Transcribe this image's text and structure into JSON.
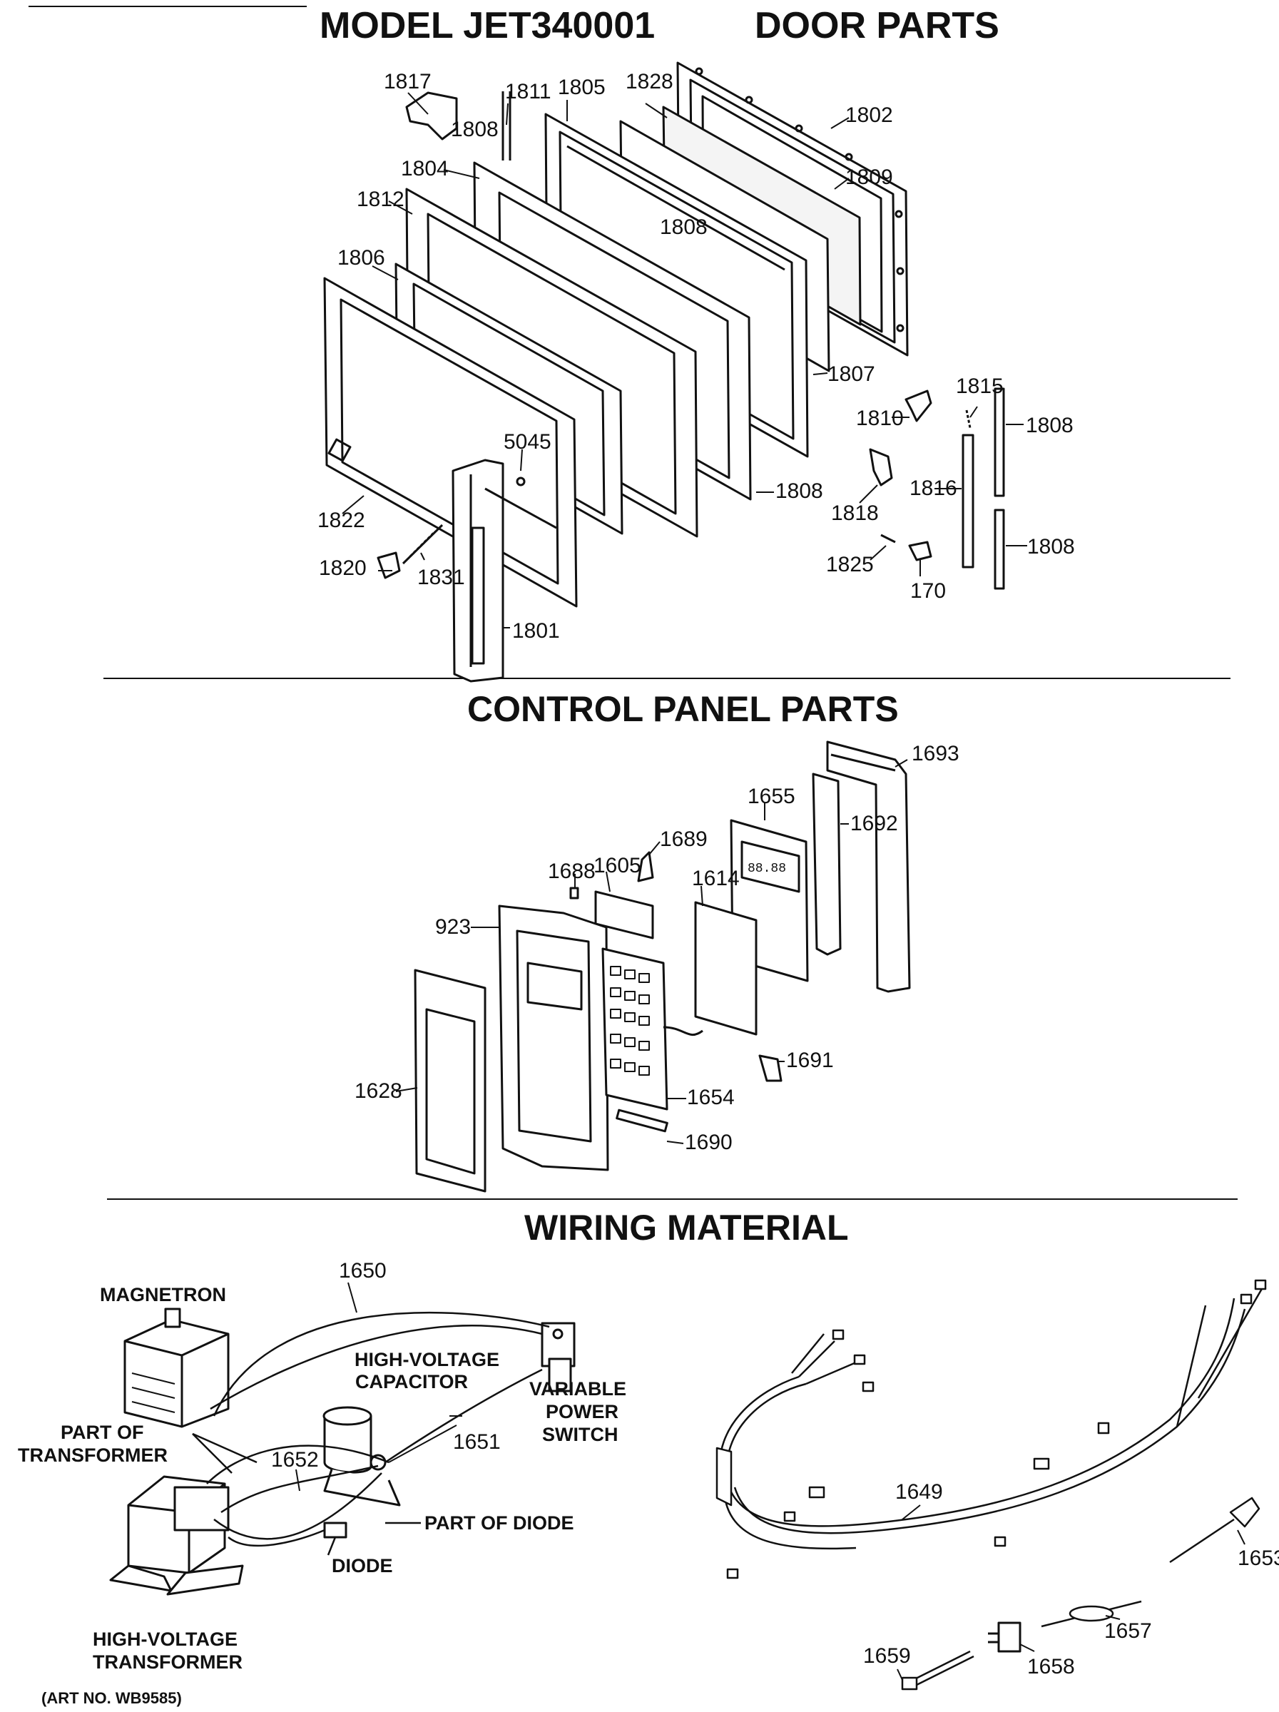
{
  "header": {
    "model": "MODEL JET340001",
    "door_title": "DOOR PARTS"
  },
  "sections": {
    "control_title": "CONTROL PANEL PARTS",
    "wiring_title": "WIRING MATERIAL"
  },
  "door_parts": [
    "1817",
    "1811",
    "1805",
    "1828",
    "1802",
    "1808",
    "1809",
    "1804",
    "1812",
    "1808",
    "1806",
    "1807",
    "1815",
    "1810",
    "1808",
    "5045",
    "1808",
    "1818",
    "1816",
    "1822",
    "1825",
    "1808",
    "1820",
    "1831",
    "170",
    "1801"
  ],
  "control_parts": [
    "1693",
    "1655",
    "1692",
    "1689",
    "1688",
    "1605",
    "1614",
    "923",
    "1691",
    "1628",
    "1654",
    "1690"
  ],
  "wiring_parts": [
    "1650",
    "1651",
    "1652",
    "1649",
    "1653",
    "1657",
    "1658",
    "1659"
  ],
  "wiring_labels": {
    "magnetron": "MAGNETRON",
    "hv_capacitor_1": "HIGH-VOLTAGE",
    "hv_capacitor_2": "CAPACITOR",
    "variable_1": "VARIABLE",
    "variable_2": "POWER",
    "variable_3": "SWITCH",
    "part_of_1": "PART OF",
    "transformer": "TRANSFORMER",
    "part_of_diode": "PART OF DIODE",
    "diode": "DIODE",
    "hv_transformer_1": "HIGH-VOLTAGE",
    "hv_transformer_2": "TRANSFORMER"
  },
  "footer": {
    "art_no": "(ART NO. WB9585)"
  }
}
